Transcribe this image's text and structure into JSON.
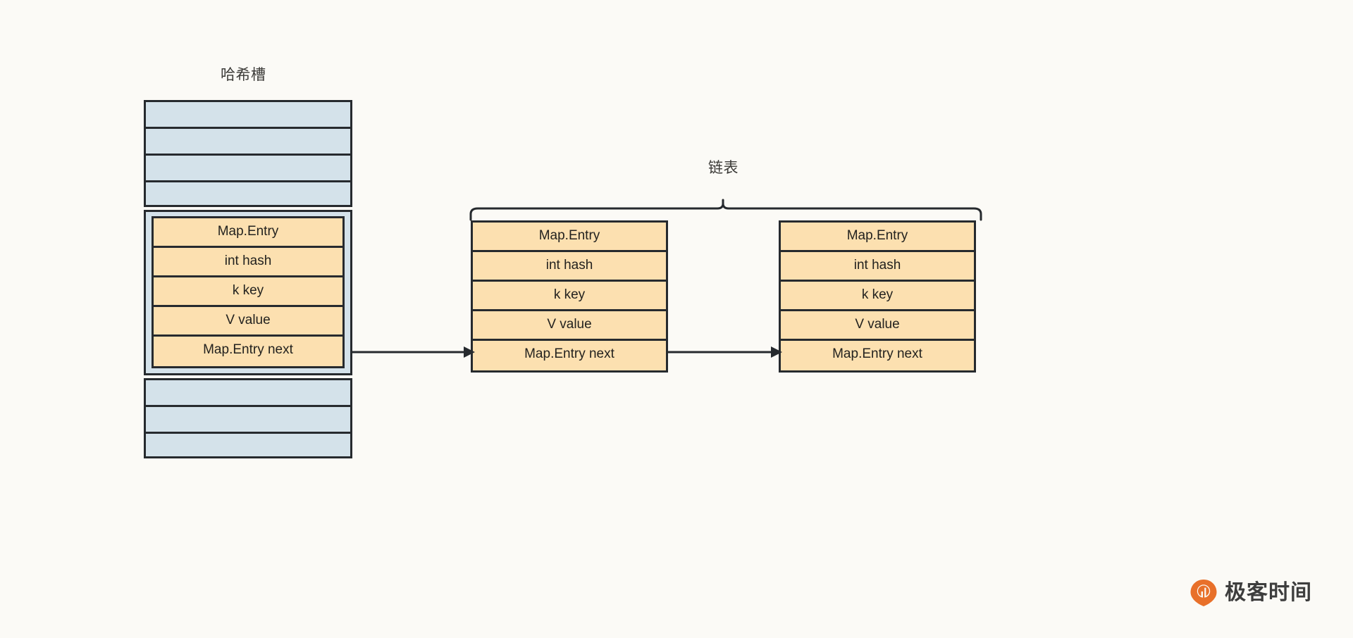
{
  "diagram": {
    "title_hash_slots": "哈希槽",
    "title_linked_list": "链表",
    "background_color": "#fbfaf6",
    "slot_fill_color": "#d4e2ea",
    "entry_fill_color": "#fce0b0",
    "stroke_color": "#262a2e"
  },
  "hash_slots": {
    "label": "哈希槽",
    "slots_above": [
      "",
      "",
      "",
      ""
    ],
    "slots_below": [
      "",
      "",
      ""
    ],
    "occupied_slot_index": 4
  },
  "entry_fields": [
    "Map.Entry",
    "int hash",
    "k key",
    "V value",
    "Map.Entry next"
  ],
  "entries": [
    {
      "id": "entry-in-slot",
      "rows": [
        "Map.Entry",
        "int hash",
        "k key",
        "V value",
        "Map.Entry next"
      ]
    },
    {
      "id": "entry-middle",
      "rows": [
        "Map.Entry",
        "int hash",
        "k key",
        "V value",
        "Map.Entry next"
      ]
    },
    {
      "id": "entry-right",
      "rows": [
        "Map.Entry",
        "int hash",
        "k key",
        "V value",
        "Map.Entry next"
      ]
    }
  ],
  "linked_list": {
    "label": "链表",
    "brace_spans_entries": [
      "entry-middle",
      "entry-right"
    ],
    "arrows": [
      {
        "from": "entry-in-slot.next",
        "to": "entry-middle"
      },
      {
        "from": "entry-middle.next",
        "to": "entry-right"
      }
    ]
  },
  "watermark": {
    "brand_text": "极客时间",
    "mark_color": "#e8702a",
    "icon": "geektime-pin-icon"
  }
}
